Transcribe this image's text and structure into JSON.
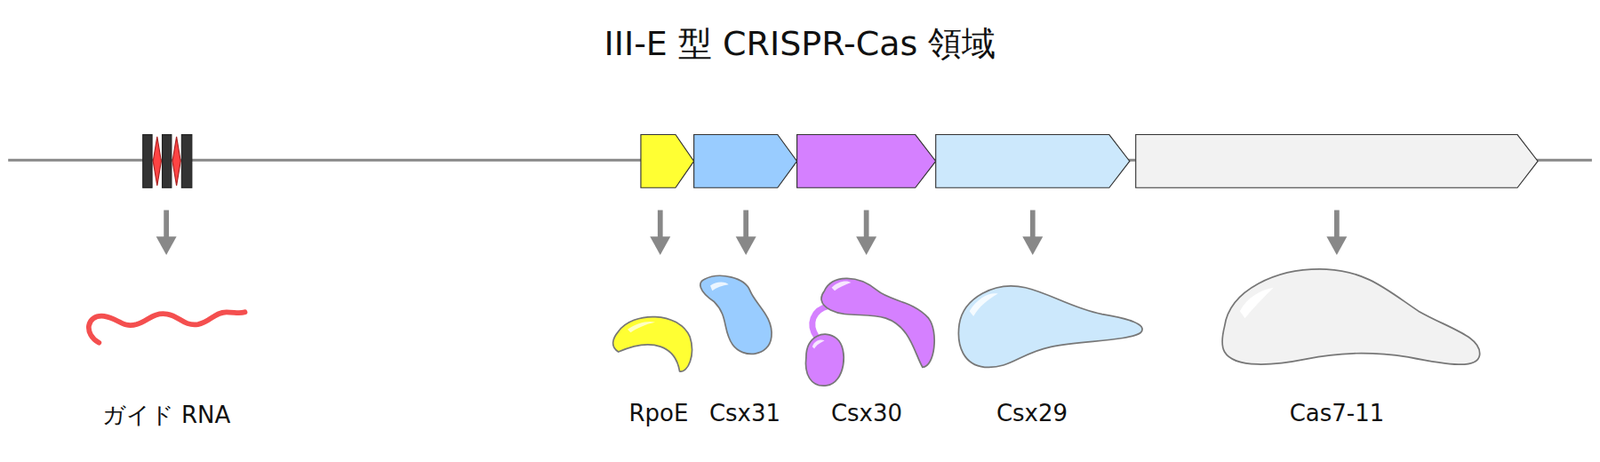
{
  "diagram": {
    "title": "III-E 型 CRISPR-Cas 領域",
    "labels": [
      "ガイド RNA",
      "RpoE",
      "Csx31",
      "Csx30",
      "Csx29",
      "Cas7-11"
    ]
  }
}
